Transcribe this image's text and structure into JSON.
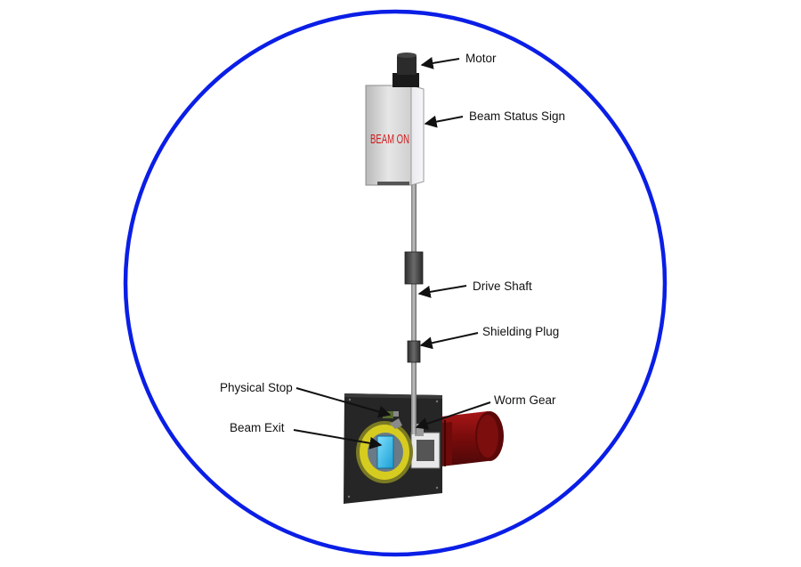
{
  "diagram": {
    "sign_text": "BEAM ON",
    "labels": {
      "motor": "Motor",
      "beam_status_sign": "Beam Status Sign",
      "drive_shaft": "Drive Shaft",
      "shielding_plug": "Shielding Plug",
      "physical_stop": "Physical Stop",
      "worm_gear": "Worm Gear",
      "beam_exit": "Beam Exit"
    },
    "colors": {
      "circle": "#0a1ee6",
      "tube": "#8a1010",
      "plate": "#2a2a2a",
      "ring": "#c8c01a",
      "window": "#27b4e6",
      "sign_body": "#d9d9d9",
      "sign_text": "#d01c1c"
    }
  }
}
